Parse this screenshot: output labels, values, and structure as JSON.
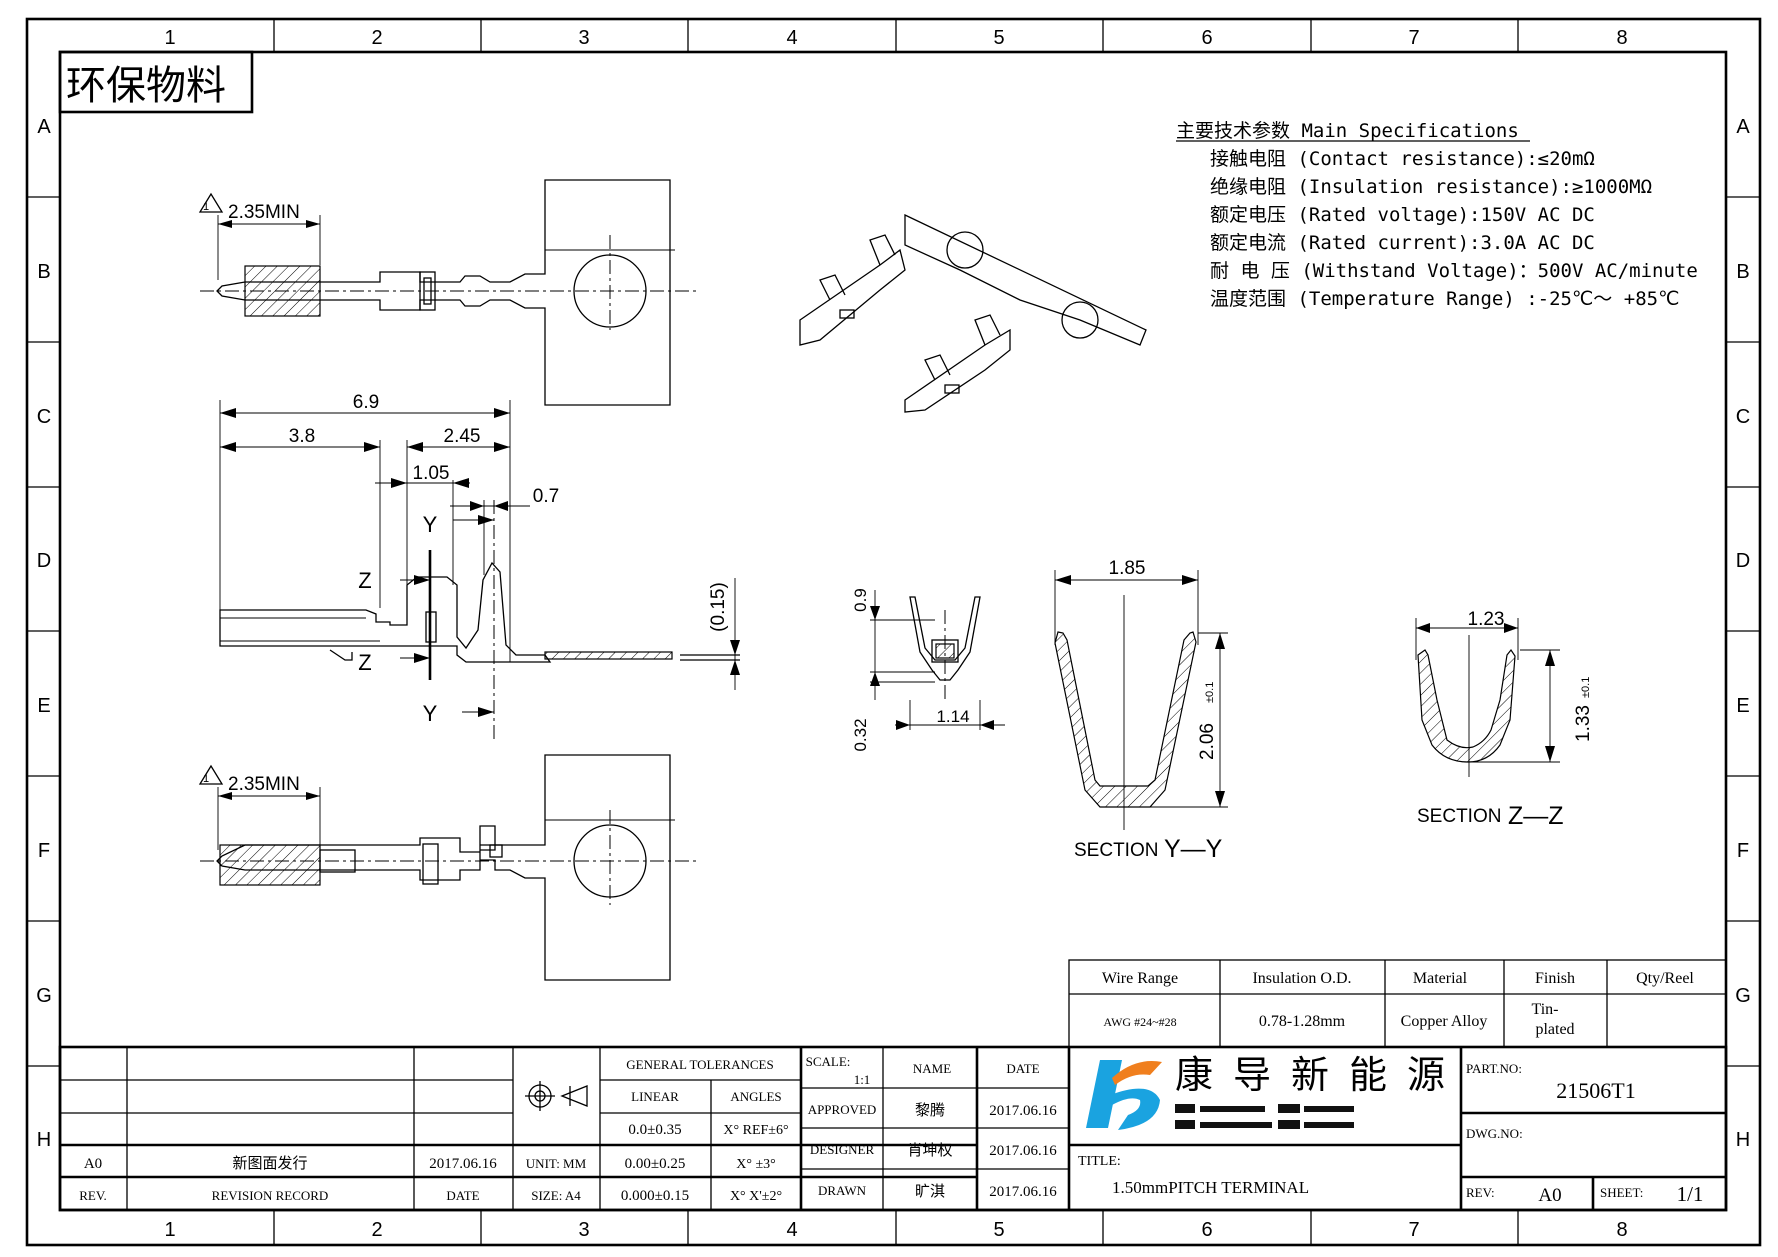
{
  "frame": {
    "columns": [
      "1",
      "2",
      "3",
      "4",
      "5",
      "6",
      "7",
      "8"
    ],
    "rows": [
      "A",
      "B",
      "C",
      "D",
      "E",
      "F",
      "G",
      "H"
    ]
  },
  "stamp": "环保物料",
  "specs": {
    "heading": "主要技术参数 Main Specifications",
    "items": [
      "接触电阻 (Contact resistance):≤20mΩ",
      "绝缘电阻 (Insulation resistance):≥1000MΩ",
      "额定电压 (Rated voltage):150V AC DC",
      "额定电流 (Rated current):3.0A AC DC",
      "耐 电 压 (Withstand Voltage)：500V AC/minute",
      "温度范围 (Temperature Range) :-25℃～ +85℃"
    ]
  },
  "dimensions": {
    "top_min": "2.35MIN",
    "bottom_min": "2.35MIN",
    "rev_flag": "1",
    "overall": "6.9",
    "d38": "3.8",
    "d245": "2.45",
    "d105": "1.05",
    "d07": "0.7",
    "d015": "(0.15)",
    "d09": "0.9",
    "d032": "0.32",
    "d114": "1.14",
    "yy_width": "1.85",
    "yy_height": "2.06",
    "yy_tol": "±0.1",
    "zz_width": "1.23",
    "zz_height": "1.33",
    "zz_tol": "±0.1",
    "cut_y": "Y",
    "cut_z": "Z"
  },
  "sections": {
    "yy_label": "SECTION",
    "yy_name": "Y—Y",
    "zz_label": "SECTION",
    "zz_name": "Z—Z"
  },
  "product_table": {
    "headers": [
      "Wire Range",
      "Insulation O.D.",
      "Material",
      "Finish",
      "Qty/Reel"
    ],
    "values": [
      "AWG #24~#28",
      "0.78-1.28mm",
      "Copper Alloy",
      "Tin-",
      "plated",
      ""
    ]
  },
  "company": {
    "name_chars": [
      "康",
      "导",
      "新",
      "能",
      "源"
    ],
    "brand_color": "#1aa3e0",
    "accent_color": "#f07f1e"
  },
  "title_block": {
    "part_no_label": "PART.NO:",
    "part_no": "21506T1",
    "dwg_no_label": "DWG.NO:",
    "title_label": "TITLE:",
    "title": "1.50mmPITCH TERMINAL",
    "rev_label": "REV:",
    "rev": "A0",
    "sheet_label": "SHEET:",
    "sheet": "1/1"
  },
  "revision": {
    "rev": "A0",
    "record": "新图面发行",
    "date": "2017.06.16",
    "h_rev": "REV.",
    "h_record": "REVISION RECORD",
    "h_date": "DATE"
  },
  "tolerances": {
    "heading": "GENERAL TOLERANCES",
    "linear": "LINEAR",
    "angles": "ANGLES",
    "rows": [
      [
        "0.0±0.35",
        "X° REF±6°"
      ],
      [
        "0.00±0.25",
        "X°  ±3°"
      ],
      [
        "0.000±0.15",
        "X° X'±2°"
      ]
    ],
    "unit": "UNIT: MM",
    "size": "SIZE: A4"
  },
  "approvals": {
    "scale_label": "SCALE:",
    "scale": "1:1",
    "name_h": "NAME",
    "date_h": "DATE",
    "rows": [
      {
        "role": "APPROVED",
        "name": "黎腾",
        "date": "2017.06.16"
      },
      {
        "role": "DESIGNER",
        "name": "肖坤权",
        "date": "2017.06.16"
      },
      {
        "role": "DRAWN",
        "name": "旷淇",
        "date": "2017.06.16"
      }
    ]
  }
}
